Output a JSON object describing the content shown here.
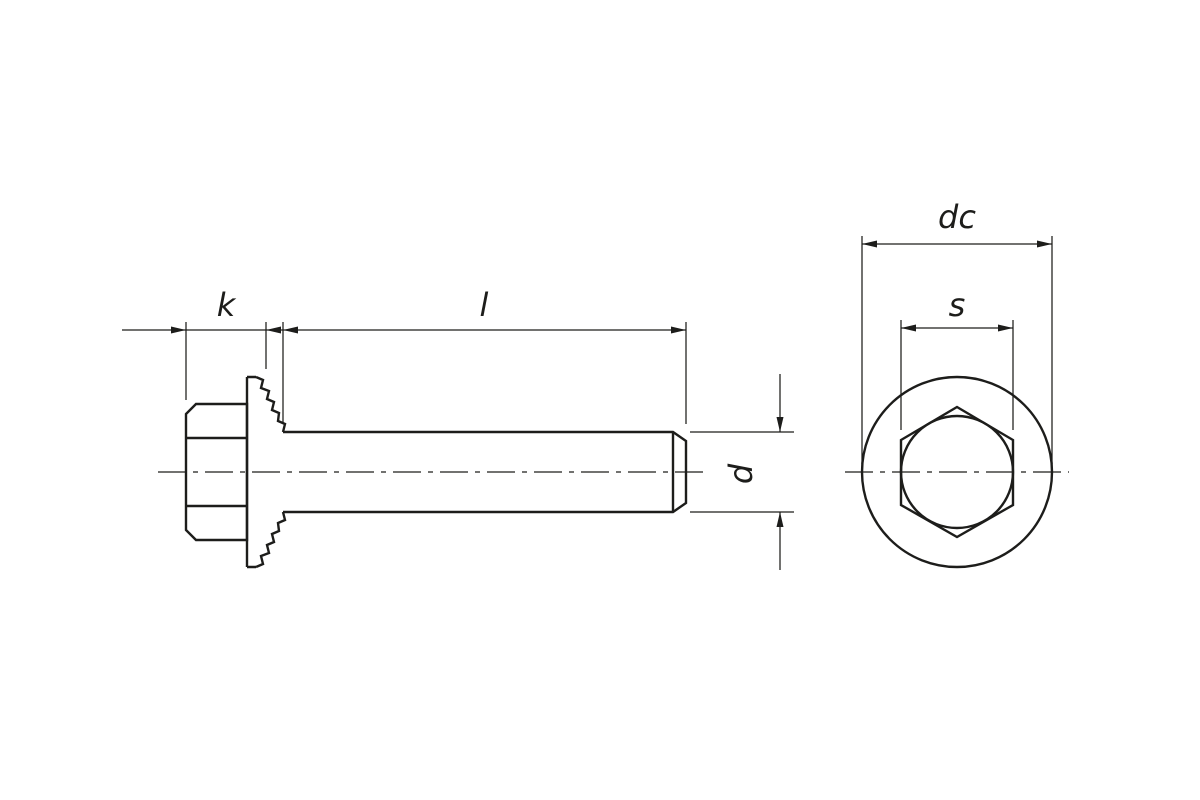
{
  "drawing": {
    "colors": {
      "line": "#1d1d1b",
      "background": "#ffffff"
    },
    "labels": {
      "head_height": "k",
      "length": "l",
      "thread_diameter": "d",
      "flange_diameter": "dc",
      "width_across_flats": "s"
    }
  }
}
